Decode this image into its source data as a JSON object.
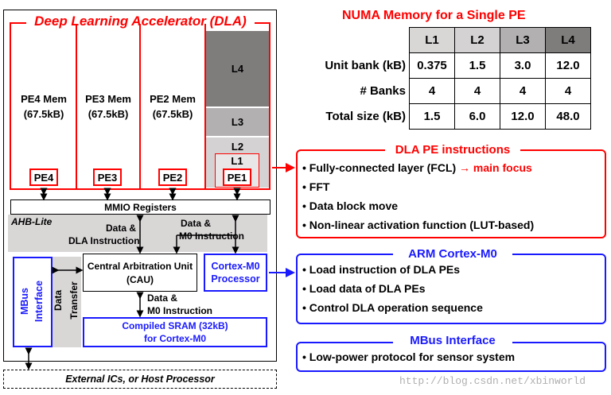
{
  "dla": {
    "title": "Deep Learning Accelerator (DLA)",
    "pe_mems": [
      {
        "name": "PE4 Mem",
        "size": "(67.5kB)",
        "pe": "PE4"
      },
      {
        "name": "PE3 Mem",
        "size": "(67.5kB)",
        "pe": "PE3"
      },
      {
        "name": "PE2 Mem",
        "size": "(67.5kB)",
        "pe": "PE2"
      }
    ],
    "pe1": {
      "levels": [
        "L4",
        "L3",
        "L2",
        "L1"
      ],
      "pe": "PE1"
    }
  },
  "system": {
    "mmio": "MMIO Registers",
    "bus": "AHB-Lite",
    "data_dla_1": "Data &",
    "data_dla_2": "DLA Instruction",
    "data_m0_1": "Data &",
    "data_m0_2": "M0 Instruction",
    "cau_1": "Central Arbitration Unit",
    "cau_2": "(CAU)",
    "cortex_1": "Cortex-M0",
    "cortex_2": "Processor",
    "mbus_1": "MBus",
    "mbus_2": "Interface",
    "transfer_1": "Data",
    "transfer_2": "Transfer",
    "data_m0b_1": "Data &",
    "data_m0b_2": "M0 Instruction",
    "sram_1": "Compiled SRAM (32kB)",
    "sram_2": "for Cortex-M0",
    "external": "External ICs, or Host Processor"
  },
  "numa": {
    "title": "NUMA Memory for a Single PE",
    "headers": [
      "L1",
      "L2",
      "L3",
      "L4"
    ],
    "rows": [
      {
        "label": "Unit bank (kB)",
        "values": [
          "0.375",
          "1.5",
          "3.0",
          "12.0"
        ]
      },
      {
        "label": "# Banks",
        "values": [
          "4",
          "4",
          "4",
          "4"
        ]
      },
      {
        "label": "Total size (kB)",
        "values": [
          "1.5",
          "6.0",
          "12.0",
          "48.0"
        ]
      }
    ]
  },
  "dla_instructions": {
    "title": "DLA PE instructions",
    "items": [
      "Fully-connected layer (FCL)",
      "FFT",
      "Data block move",
      "Non-linear activation function (LUT-based)"
    ],
    "focus": "→ main focus"
  },
  "cortex_section": {
    "title": "ARM Cortex-M0",
    "items": [
      "Load instruction of DLA PEs",
      "Load data of DLA PEs",
      "Control DLA operation sequence"
    ]
  },
  "mbus_section": {
    "title": "MBus Interface",
    "items": [
      "Low-power protocol for sensor system"
    ]
  },
  "watermark": "http://blog.csdn.net/xbinworld",
  "colors": {
    "red": "#ff0000",
    "blue": "#1a1aff",
    "gray_bus": "#d9d6d6",
    "l4": "#7f7c7c",
    "l3": "#b2b0b0",
    "l2": "#d4d2d2"
  }
}
